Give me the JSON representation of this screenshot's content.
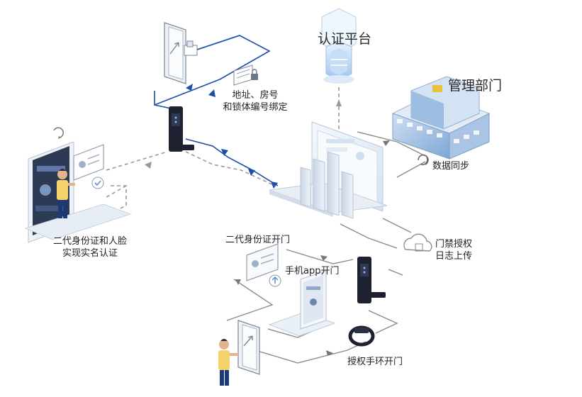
{
  "nodes": {
    "auth_platform": {
      "label": "认证平台"
    },
    "management": {
      "label": "管理部门"
    },
    "sync": {
      "label": "数据同步"
    },
    "binding": {
      "line1": "地址、房号",
      "line2": "和锁体编号绑定"
    },
    "real_name": {
      "line1": "二代身份证和人脸",
      "line2": "实现实名认证"
    },
    "id_card_open": {
      "label": "二代身份证开门"
    },
    "app_open": {
      "label": "手机app开门"
    },
    "access_auth": {
      "line1": "门禁授权",
      "line2": "日志上传"
    },
    "band_open": {
      "label": "授权手环开门"
    }
  },
  "colors": {
    "blue_line": "#1d4fa8",
    "gray_dash": "#9a9a9a",
    "gray_line": "#8a8a8a",
    "device_dark": "#1e2230",
    "panel_light": "#e9f1fb",
    "accent_blue": "#5a8fd6"
  }
}
